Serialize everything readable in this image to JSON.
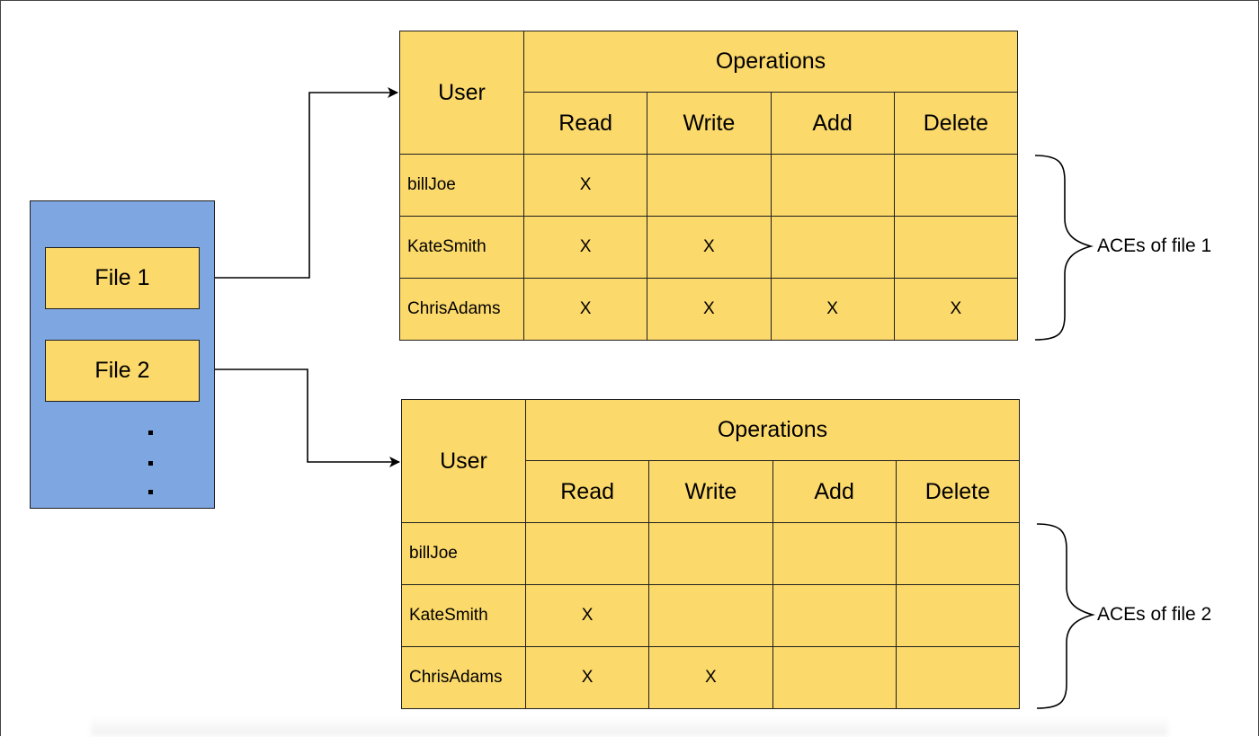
{
  "colors": {
    "accent_yellow": "#fcd96b",
    "panel_blue": "#7ea6e0",
    "line": "#000000"
  },
  "file_list": {
    "files": [
      "File 1",
      "File 2"
    ],
    "ellipsis": [
      "·",
      "·",
      "·"
    ]
  },
  "acl_tables": [
    {
      "user_header": "User",
      "operations_header": "Operations",
      "columns": [
        "Read",
        "Write",
        "Add",
        "Delete"
      ],
      "rows": [
        {
          "user": "billJoe",
          "cells": [
            "X",
            "",
            "",
            ""
          ]
        },
        {
          "user": "KateSmith",
          "cells": [
            "X",
            "X",
            "",
            ""
          ]
        },
        {
          "user": "ChrisAdams",
          "cells": [
            "X",
            "X",
            "X",
            "X"
          ]
        }
      ],
      "brace_label": "ACEs of file 1"
    },
    {
      "user_header": "User",
      "operations_header": "Operations",
      "columns": [
        "Read",
        "Write",
        "Add",
        "Delete"
      ],
      "rows": [
        {
          "user": "billJoe",
          "cells": [
            "",
            "",
            "",
            ""
          ]
        },
        {
          "user": "KateSmith",
          "cells": [
            "X",
            "",
            "",
            ""
          ]
        },
        {
          "user": "ChrisAdams",
          "cells": [
            "X",
            "X",
            "",
            ""
          ]
        }
      ],
      "brace_label": "ACEs of file 2"
    }
  ]
}
